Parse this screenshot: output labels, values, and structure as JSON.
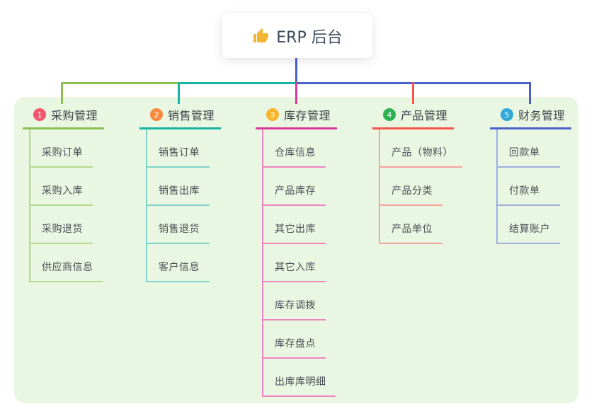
{
  "root": {
    "title": "ERP 后台",
    "icon": "thumbs-up-icon",
    "icon_color": "#f2b632"
  },
  "connector_color": "#4a61c8",
  "panel_bg": "#e9f6e2",
  "branches": [
    {
      "index": "1",
      "title": "采购管理",
      "badge_color": "#f0566e",
      "line_color": "#8cc152",
      "light_color": "#b2db8a",
      "items": [
        "采购订单",
        "采购入库",
        "采购退货",
        "供应商信息"
      ]
    },
    {
      "index": "2",
      "title": "销售管理",
      "badge_color": "#f78a40",
      "line_color": "#17b3a3",
      "light_color": "#7fd4ca",
      "items": [
        "销售订单",
        "销售出库",
        "销售退货",
        "客户信息"
      ]
    },
    {
      "index": "3",
      "title": "库存管理",
      "badge_color": "#f7b32a",
      "line_color": "#d9399e",
      "light_color": "#ef85c0",
      "items": [
        "仓库信息",
        "产品库存",
        "其它出库",
        "其它入库",
        "库存调拨",
        "库存盘点",
        "出库库明细"
      ]
    },
    {
      "index": "4",
      "title": "产品管理",
      "badge_color": "#2eb150",
      "line_color": "#f5554d",
      "light_color": "#f9a09b",
      "items": [
        "产品（物料）",
        "产品分类",
        "产品单位"
      ]
    },
    {
      "index": "5",
      "title": "财务管理",
      "badge_color": "#33a8d8",
      "line_color": "#4a61c8",
      "light_color": "#9fb0df",
      "items": [
        "回款单",
        "付款单",
        "结算账户"
      ]
    }
  ]
}
